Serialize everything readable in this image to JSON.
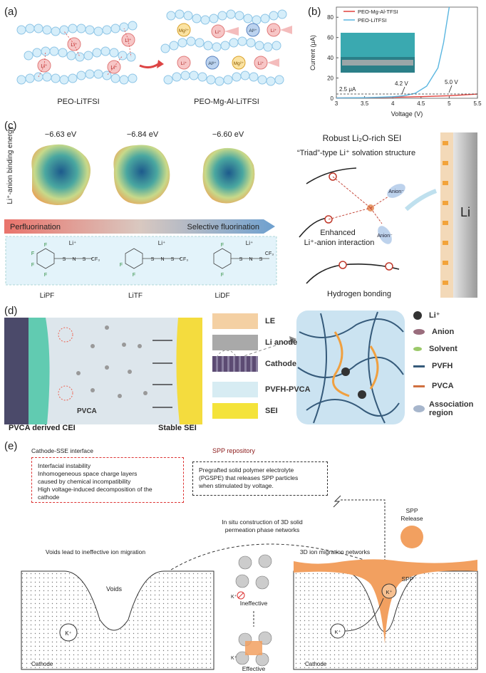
{
  "panels": {
    "a": {
      "label": "(a)",
      "left_caption": "PEO-LiTFSI",
      "right_caption": "PEO-Mg-Al-LiTFSI",
      "ions": {
        "li": "Li⁺",
        "mg": "Mg²⁺",
        "al": "Al³⁺"
      }
    },
    "b": {
      "label": "(b)",
      "ylabel": "Current (μA)",
      "xlabel": "Voltage (V)",
      "annot_42": "4.2 V",
      "annot_50": "5.0 V",
      "annot_25": "2.5 μA"
    },
    "c": {
      "label": "(c)",
      "ylabel": "Li⁺-anion binding energy",
      "energies": [
        "−6.63 eV",
        "−6.84 eV",
        "−6.60 eV"
      ],
      "arrow_left": "Perfluorination",
      "arrow_right": "Selective fluorination",
      "molecules": [
        "LiPF",
        "LiTF",
        "LiDF"
      ],
      "li": "Li⁺",
      "sei_title": "Robust Li₂O-rich SEI",
      "triad": "“Triad”-type Li⁺ solvation structure",
      "anion": "Anion⁻",
      "enhanced": "Enhanced",
      "interaction": "Li⁺-anion interaction",
      "hbond": "Hydrogen bonding",
      "li_metal": "Li"
    },
    "d": {
      "label": "(d)",
      "pvca": "PVCA",
      "cei": "PVCA derived CEI",
      "sei": "Stable SEI",
      "legend_left": [
        "LE",
        "Li anode",
        "Cathode",
        "PVFH-PVCA",
        "SEI"
      ],
      "legend_right": [
        "Li⁺",
        "Anion",
        "Solvent",
        "PVFH",
        "PVCA",
        "Association region"
      ]
    },
    "e": {
      "label": "(e)",
      "interface_title": "Cathode-SSE interface",
      "interface_lines": [
        "Interfacial instability",
        "Inhomogeneous space charge layers",
        "caused by chemical incompatibility",
        "High voltage-induced decomposition of the",
        "cathode"
      ],
      "repo_title": "SPP repository",
      "repo_lines": [
        "Pregrafted solid polymer electrolyte",
        "(PGSPE) that releases SPP particles",
        "when stimulated by voltage."
      ],
      "spp_release": [
        "SPP",
        "Release"
      ],
      "insitu": [
        "In situ construction of 3D solid",
        "permeation phase networks"
      ],
      "voids_title": "Voids lead to ineffective ion migration",
      "voids": "Voids",
      "k": "K⁺",
      "cathode": "Cathode",
      "ineffective": "Ineffective",
      "effective": "Effective",
      "networks_title": "3D ion migration networks",
      "spp": "SPP"
    }
  },
  "chart_data": {
    "type": "line",
    "xlabel": "Voltage (V)",
    "ylabel": "Current (μA)",
    "xlim": [
      3,
      5.5
    ],
    "ylim": [
      0,
      90
    ],
    "xticks": [
      "3",
      "3.5",
      "4",
      "4.5",
      "5",
      "5.5"
    ],
    "yticks": [
      "0",
      "20",
      "40",
      "60",
      "80"
    ],
    "series": [
      {
        "name": "PEO-Mg-Al-TFSI",
        "color": "#e0413c",
        "x": [
          3.0,
          3.5,
          4.0,
          4.5,
          5.0,
          5.5
        ],
        "y": [
          0.3,
          0.6,
          1.0,
          1.6,
          2.5,
          4.2
        ]
      },
      {
        "name": "PEO-LiTFSI",
        "color": "#5ab6e0",
        "x": [
          3.0,
          3.5,
          4.0,
          4.2,
          4.4,
          4.6,
          4.8,
          4.9,
          5.0
        ],
        "y": [
          0.3,
          0.6,
          1.5,
          2.5,
          5,
          12,
          30,
          55,
          90
        ]
      }
    ]
  }
}
